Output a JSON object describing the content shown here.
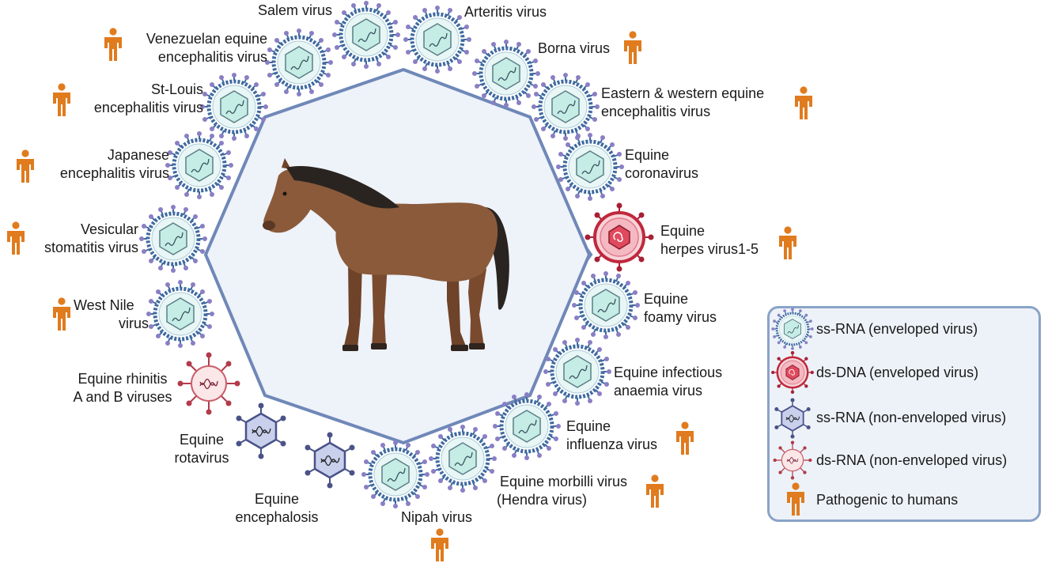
{
  "labels": {
    "salem": "Salem virus",
    "arteritis": "Arteritis virus",
    "borna": "Borna virus",
    "venezuelan_1": "Venezuelan equine",
    "venezuelan_2": "encephalitis virus",
    "eastern_1": "Eastern & western equine",
    "eastern_2": "encephalitis virus",
    "stlouis_1": "St-Louis",
    "stlouis_2": "encephalitis virus",
    "coronavirus_1": "Equine",
    "coronavirus_2": "coronavirus",
    "japanese_1": "Japanese",
    "japanese_2": "encephalitis virus",
    "herpes_1": "Equine",
    "herpes_2": "herpes virus1-5",
    "vesicular_1": "Vesicular",
    "vesicular_2": "stomatitis virus",
    "foamy_1": "Equine",
    "foamy_2": "foamy virus",
    "westnile_1": "West Nile",
    "westnile_2": "virus",
    "eia_1": "Equine infectious",
    "eia_2": "anaemia virus",
    "rhinitis_1": "Equine rhinitis",
    "rhinitis_2": "A and B viruses",
    "influenza_1": "Equine",
    "influenza_2": "influenza virus",
    "rotavirus_1": "Equine",
    "rotavirus_2": "rotavirus",
    "morbilli_1": "Equine morbilli virus",
    "morbilli_2": "(Hendra virus)",
    "encephalosis_1": "Equine",
    "encephalosis_2": "encephalosis",
    "nipah": "Nipah virus"
  },
  "legend": {
    "ssrna_env": "ss-RNA (enveloped virus)",
    "dsdna_env": "ds-DNA (enveloped virus)",
    "ssrna_nonenv": "ss-RNA (non-enveloped virus)",
    "dsrna_nonenv": "ds-RNA (non-enveloped virus)",
    "pathogenic": "Pathogenic to humans"
  },
  "colors": {
    "octagon_fill": "#eef2f9",
    "octagon_stroke": "#6f88b8",
    "human_icon": "#e07b1e",
    "ssrna_env_ring": "#3f6aa0",
    "dsdna_env": "#c0283c",
    "ssrna_nonenv": "#4a5288",
    "dsrna_nonenv": "#b23b4a",
    "horse_body": "#8a5a3a",
    "horse_mane": "#2a2420"
  },
  "icons": [
    "human-icon",
    "ssrna-enveloped-virus-icon",
    "dsdna-enveloped-virus-icon",
    "ssrna-non-enveloped-virus-icon",
    "dsrna-non-enveloped-virus-icon",
    "horse-illustration"
  ]
}
